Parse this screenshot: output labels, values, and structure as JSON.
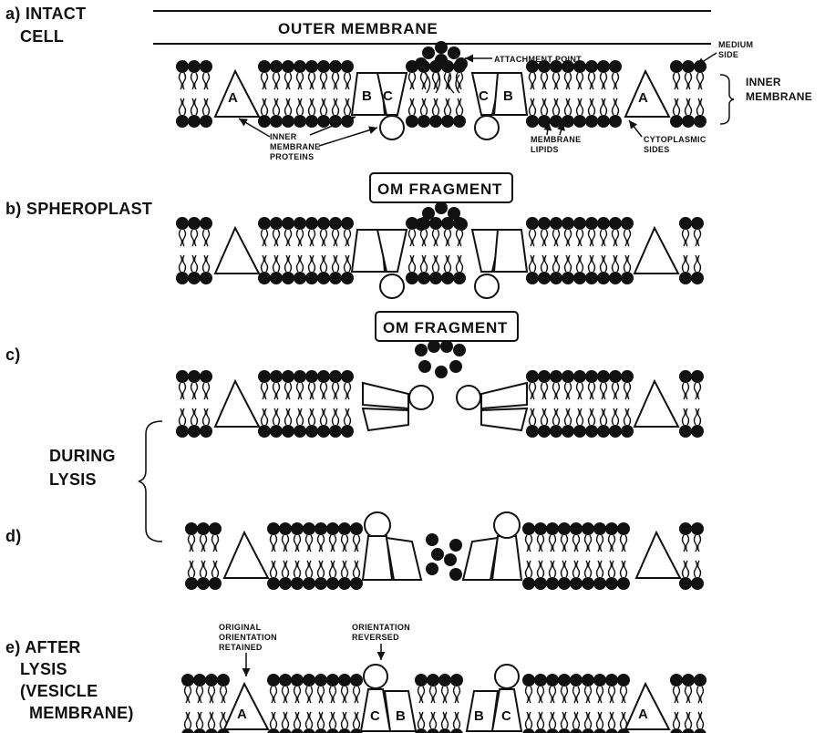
{
  "stages": {
    "a_line1": "a) INTACT",
    "a_line2": "CELL",
    "b": "b) SPHEROPLAST",
    "c": "c)",
    "during_line1": "DURING",
    "during_line2": "LYSIS",
    "d": "d)",
    "e_line1": "e) AFTER",
    "e_line2": "LYSIS",
    "e_line3": "(VESICLE",
    "e_line4": "MEMBRANE)"
  },
  "labels": {
    "outer_membrane": "OUTER MEMBRANE",
    "attachment_point": "ATTACHMENT POINT",
    "medium_side_1": "MEDIUM",
    "medium_side_2": "SIDE",
    "inner_membrane_1": "INNER",
    "inner_membrane_2": "MEMBRANE",
    "imp_1": "INNER",
    "imp_2": "MEMBRANE",
    "imp_3": "PROTEINS",
    "lipids_1": "MEMBRANE",
    "lipids_2": "LIPIDS",
    "cyto_1": "CYTOPLASMIC",
    "cyto_2": "SIDES",
    "om_fragment": "OM FRAGMENT",
    "orig_1": "ORIGINAL",
    "orig_2": "ORIENTATION",
    "orig_3": "RETAINED",
    "rev_1": "ORIENTATION",
    "rev_2": "REVERSED"
  },
  "proteins": {
    "a": "A",
    "b": "B",
    "c": "C"
  }
}
